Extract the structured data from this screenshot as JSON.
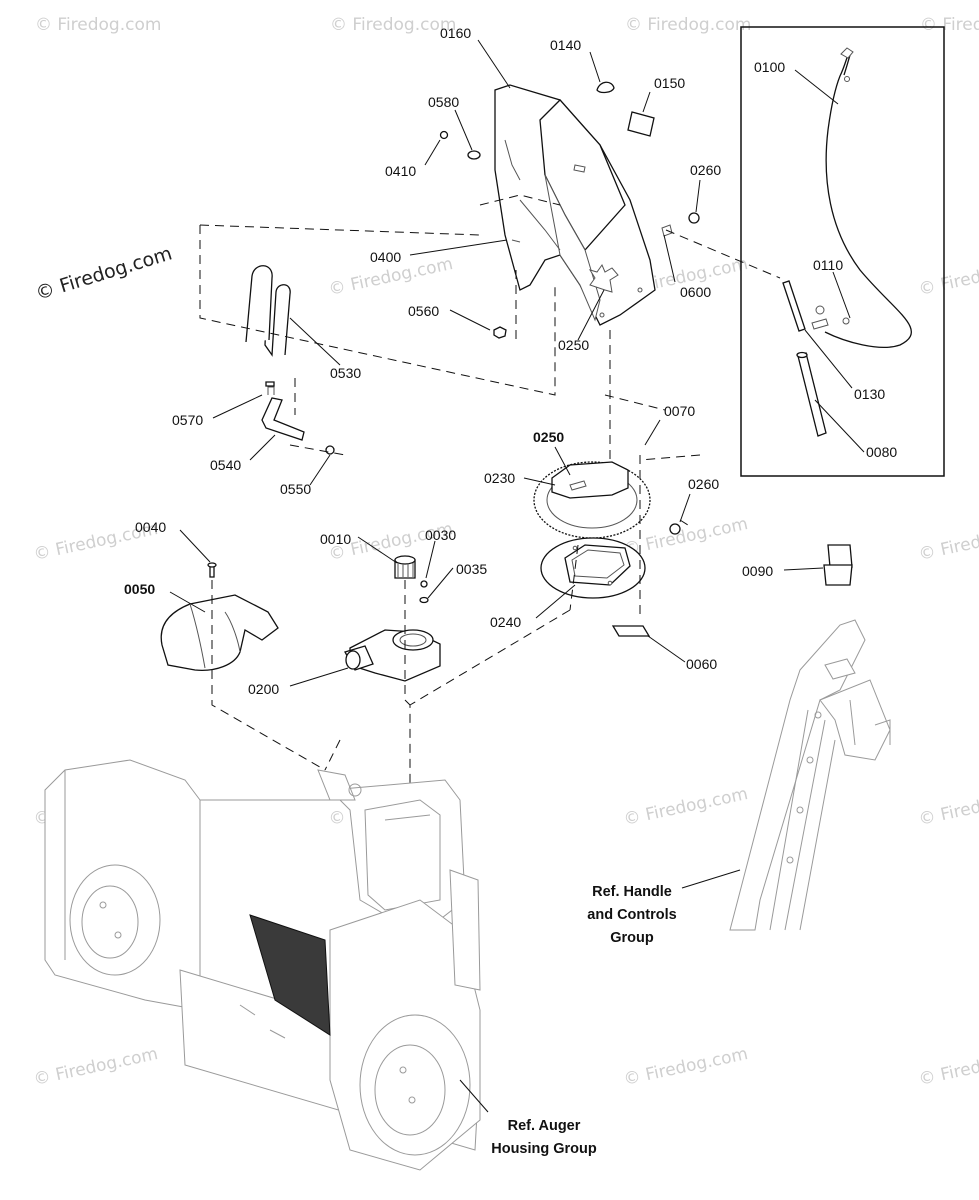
{
  "watermarks": {
    "text": "© Firedog.com",
    "primary": "© Firedog.com"
  },
  "callouts": {
    "p0160": "0160",
    "p0140": "0140",
    "p0150": "0150",
    "p0580": "0580",
    "p0410": "0410",
    "p0260_top": "0260",
    "p0400": "0400",
    "p0600": "0600",
    "p0560": "0560",
    "p0250_top": "0250",
    "p0530": "0530",
    "p0570": "0570",
    "p0540": "0540",
    "p0550": "0550",
    "p0070": "0070",
    "p0250_mid": "0250",
    "p0230": "0230",
    "p0260_mid": "0260",
    "p0010": "0010",
    "p0030": "0030",
    "p0035": "0035",
    "p0040": "0040",
    "p0050": "0050",
    "p0200": "0200",
    "p0240": "0240",
    "p0060": "0060",
    "p0090": "0090",
    "p0100": "0100",
    "p0110": "0110",
    "p0130": "0130",
    "p0080": "0080"
  },
  "references": {
    "handle_line1": "Ref. Handle",
    "handle_line2": "and Controls",
    "handle_line3": "Group",
    "auger_line1": "Ref. Auger",
    "auger_line2": "Housing Group"
  },
  "colors": {
    "ink": "#111111",
    "ghost": "#9a9a9a",
    "watermark": "#cfcfcf"
  }
}
